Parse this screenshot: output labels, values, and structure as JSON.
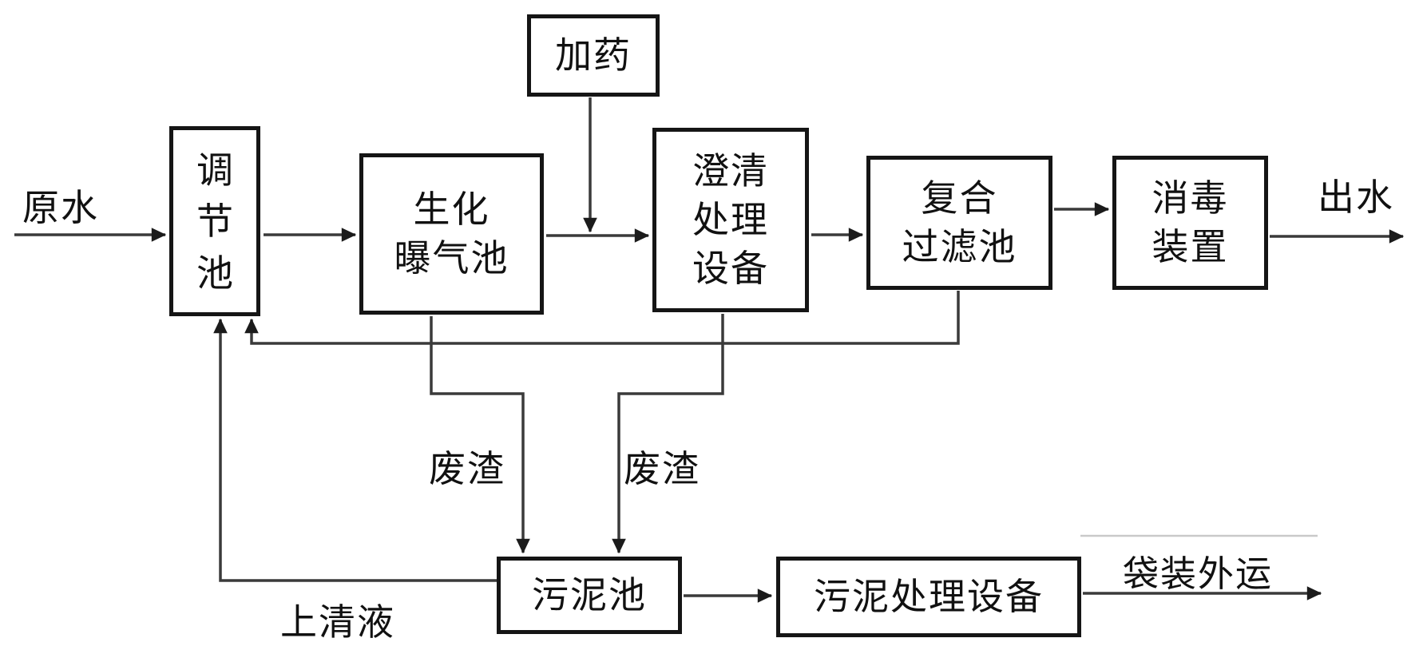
{
  "diagram": {
    "description": "Wastewater treatment process flow diagram",
    "nodes": {
      "regulating_tank": {
        "name": "调节池",
        "lines": [
          "调",
          "节",
          "池"
        ]
      },
      "dosing": {
        "name": "加药",
        "lines": [
          "加药"
        ]
      },
      "bio_aeration_tank": {
        "name": "生化曝气池",
        "lines": [
          "生化",
          "曝气池"
        ]
      },
      "clarification_equipment": {
        "name": "澄清处理设备",
        "lines": [
          "澄清",
          "处理",
          "设备"
        ]
      },
      "composite_filter_tank": {
        "name": "复合过滤池",
        "lines": [
          "复合",
          "过滤池"
        ]
      },
      "disinfection_device": {
        "name": "消毒装置",
        "lines": [
          "消毒",
          "装置"
        ]
      },
      "sludge_tank": {
        "name": "污泥池",
        "lines": [
          "污泥池"
        ]
      },
      "sludge_treatment_equipment": {
        "name": "污泥处理设备",
        "lines": [
          "污泥处理设备"
        ]
      }
    },
    "flow_labels": {
      "raw_water": "原水",
      "effluent": "出水",
      "waste_residue_1": "废渣",
      "waste_residue_2": "废渣",
      "supernatant": "上清液",
      "bagged_transport": "袋装外运"
    },
    "edges": [
      {
        "from": "原水",
        "to": "调节池"
      },
      {
        "from": "调节池",
        "to": "生化曝气池"
      },
      {
        "from": "加药",
        "to": "生化曝气池与澄清处理设备之间管线"
      },
      {
        "from": "生化曝气池",
        "to": "澄清处理设备"
      },
      {
        "from": "澄清处理设备",
        "to": "复合过滤池"
      },
      {
        "from": "复合过滤池",
        "to": "消毒装置"
      },
      {
        "from": "消毒装置",
        "to": "出水"
      },
      {
        "from": "复合过滤池",
        "to": "调节池"
      },
      {
        "from": "生化曝气池",
        "to": "污泥池",
        "label": "废渣"
      },
      {
        "from": "澄清处理设备",
        "to": "污泥池",
        "label": "废渣"
      },
      {
        "from": "污泥池",
        "to": "调节池",
        "label": "上清液"
      },
      {
        "from": "污泥池",
        "to": "污泥处理设备"
      },
      {
        "from": "污泥处理设备",
        "to": "袋装外运"
      }
    ],
    "colors": {
      "background": "#ffffff",
      "box_border": "#151515",
      "line": "#3a3a3a",
      "text": "#111111",
      "faint_line": "#c9c9c9"
    }
  }
}
